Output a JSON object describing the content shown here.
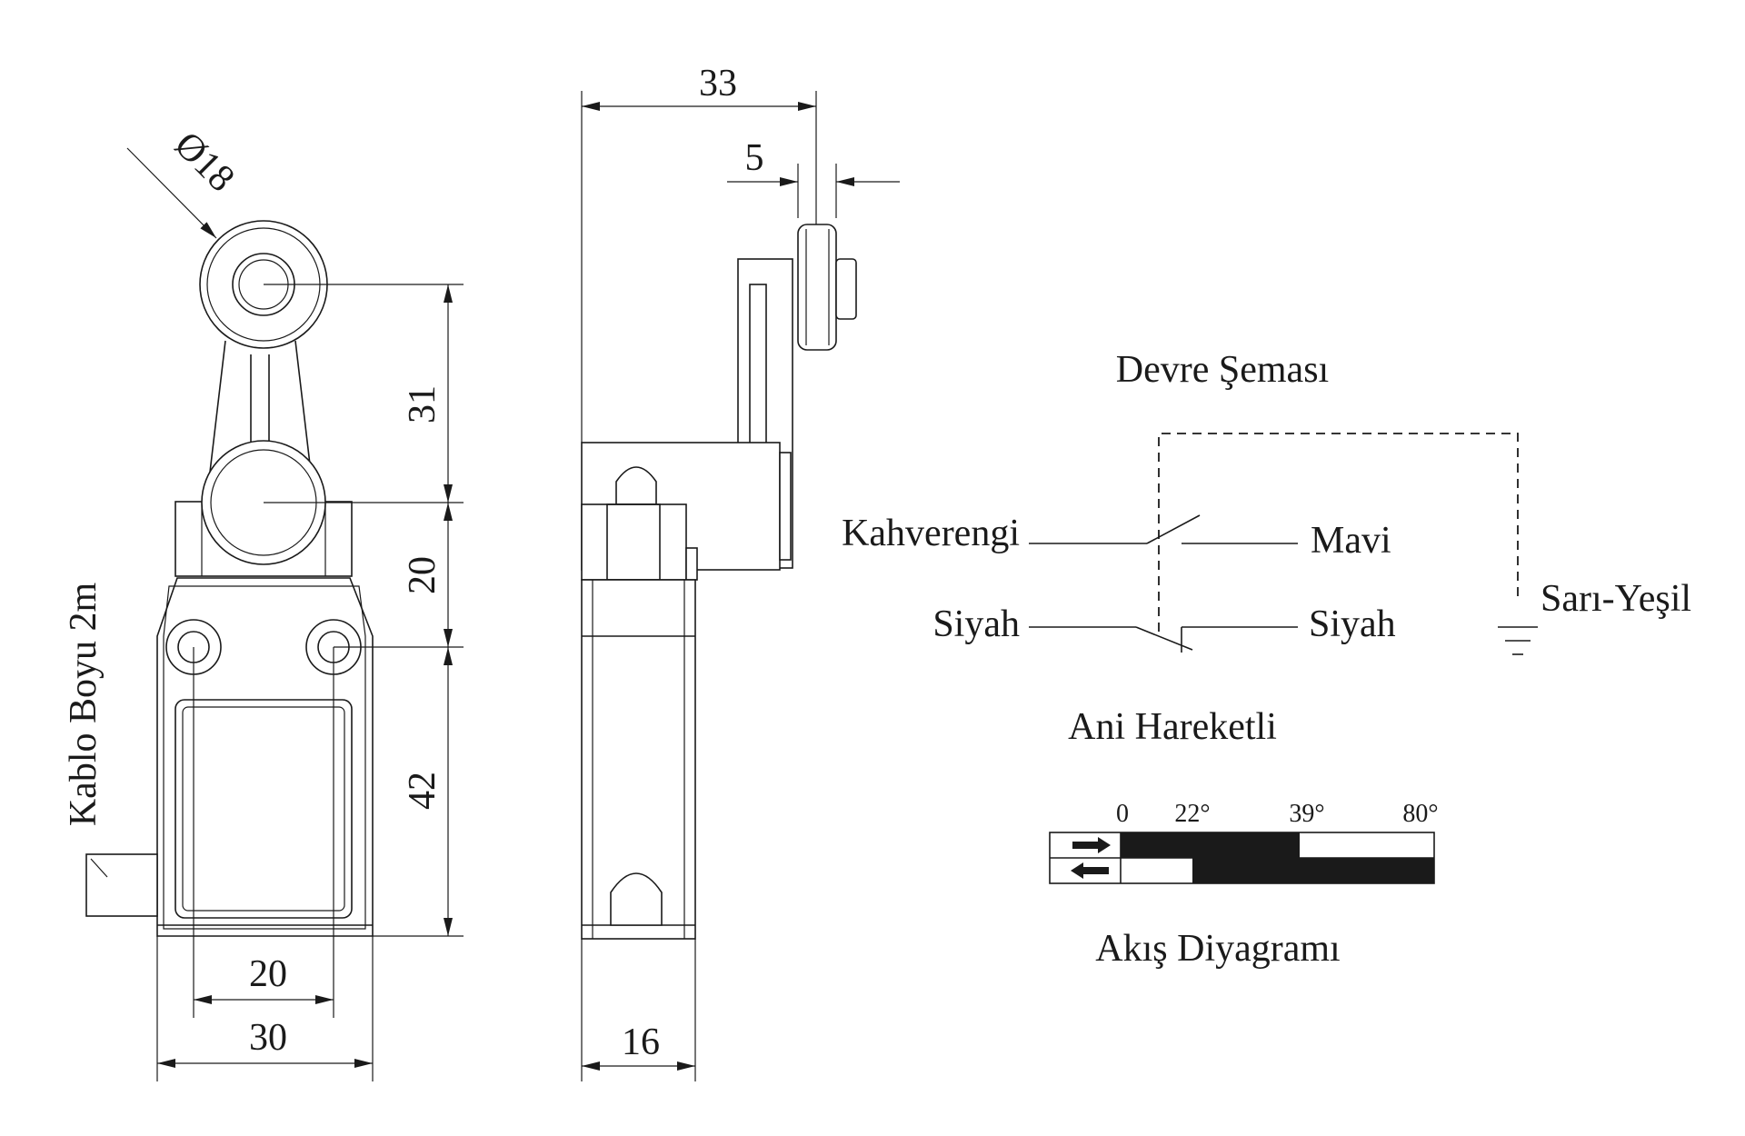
{
  "front_view": {
    "roller_diameter": "Ø18",
    "dim_31": "31",
    "dim_20_vertical": "20",
    "dim_42": "42",
    "dim_20_horizontal": "20",
    "dim_30": "30",
    "cable_label": "Kablo Boyu 2m"
  },
  "side_view": {
    "dim_33": "33",
    "dim_5": "5",
    "dim_16": "16"
  },
  "circuit": {
    "title": "Devre Şeması",
    "left_top": "Kahverengi",
    "right_top": "Mavi",
    "left_bottom": "Siyah",
    "right_bottom": "Siyah",
    "ground": "Sarı-Yeşil",
    "action_type": "Ani Hareketli"
  },
  "flow": {
    "title": "Akış Diyagramı",
    "angles": [
      "0",
      "22°",
      "39°",
      "80°"
    ]
  }
}
